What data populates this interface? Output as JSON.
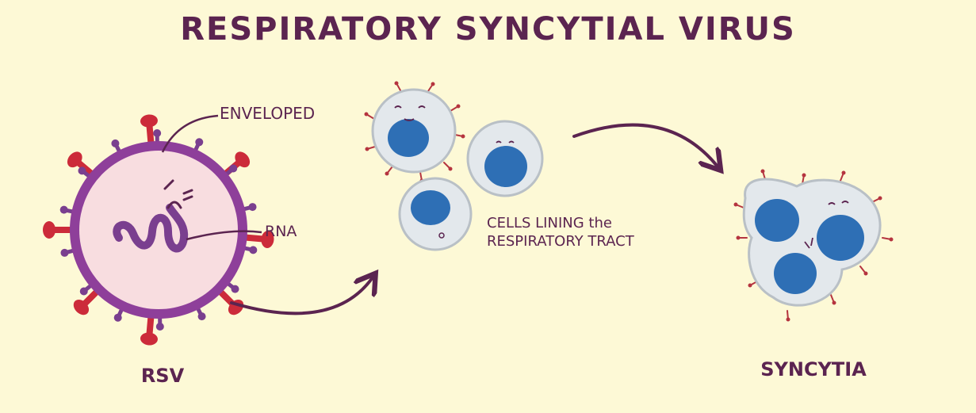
{
  "title": "RESPIRATORY SYNCYTIAL VIRUS",
  "labels": {
    "enveloped": "ENVELOPED",
    "rna": "RNA",
    "rsv": "RSV",
    "cells_line1": "CELLS LINING the",
    "cells_line2": "RESPIRATORY TRACT",
    "syncytia": "SYNCYTIA"
  },
  "colors": {
    "background": "#fdf9d6",
    "text": "#5b2450",
    "virus_body": "#f8dde0",
    "virus_envelope": "#8e3f9a",
    "spike": "#cc2b3a",
    "cell_fill": "#e3e8ec",
    "nucleus": "#2e6fb5"
  }
}
